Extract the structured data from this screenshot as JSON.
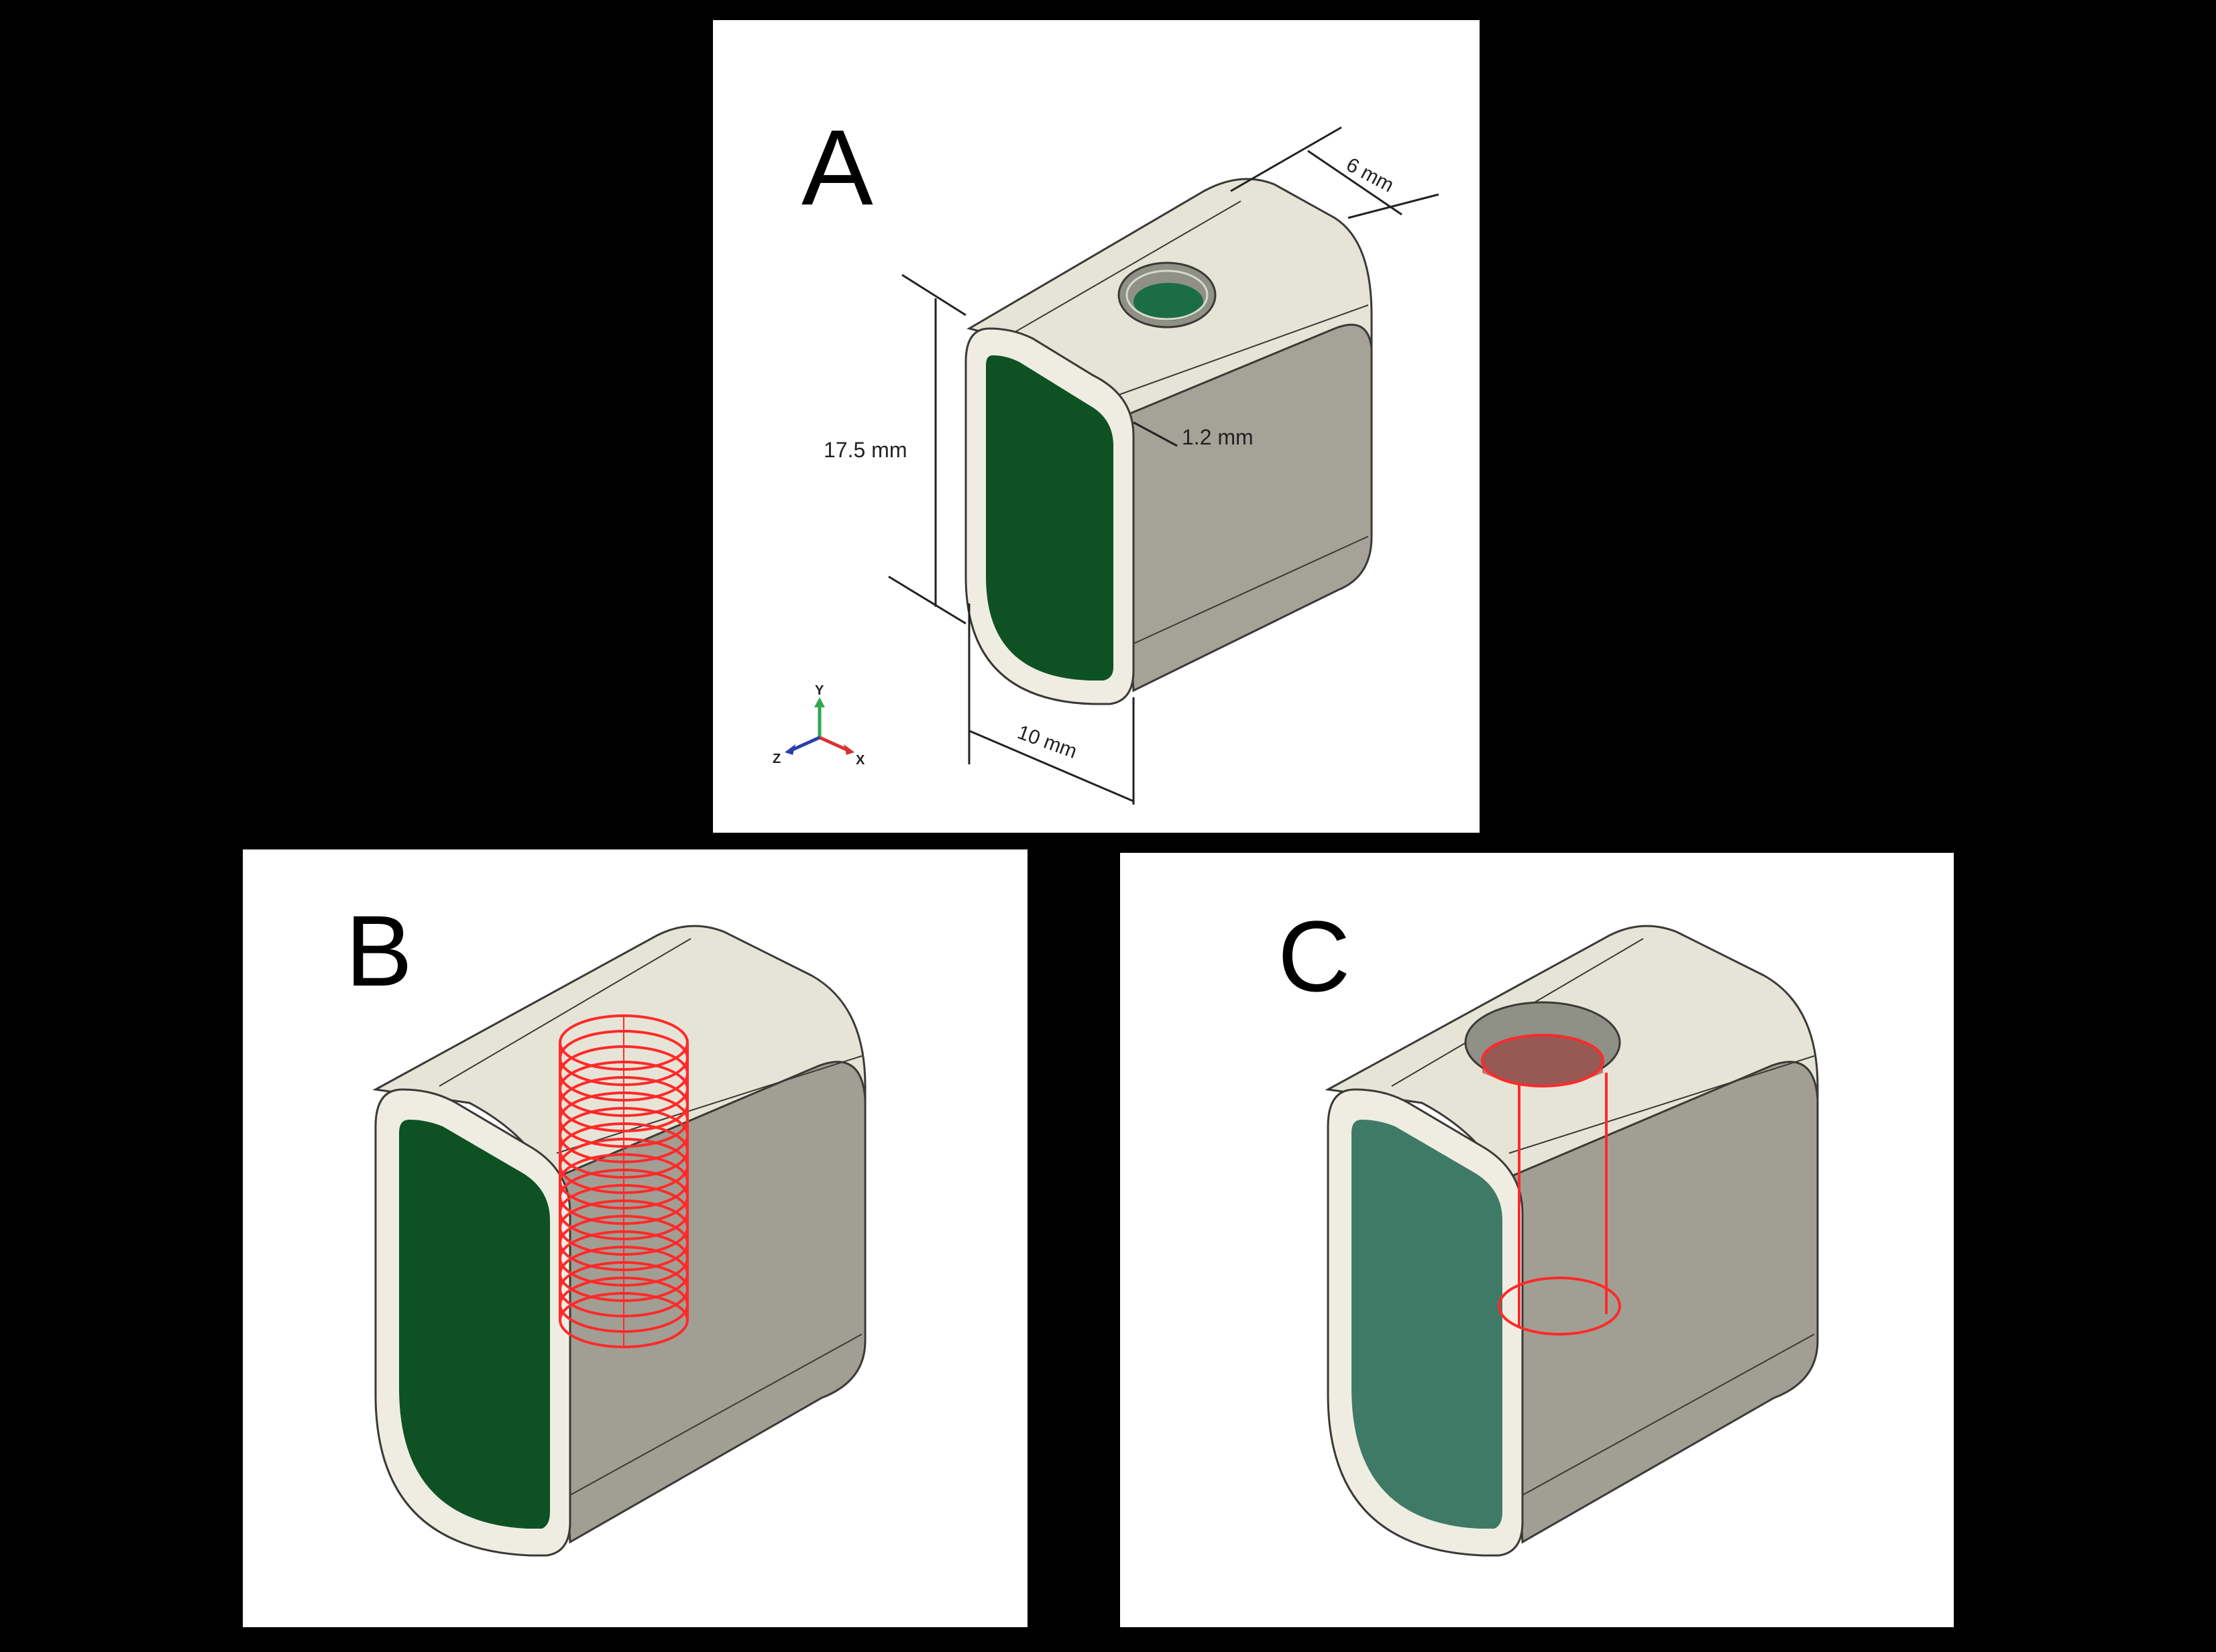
{
  "figure": {
    "panels": [
      {
        "id": "A",
        "label": "A",
        "dimensions": {
          "width": "6 mm",
          "height": "17.5 mm",
          "wall": "1.2 mm",
          "depth": "10 mm"
        },
        "axes": {
          "y": "Y",
          "z": "Z",
          "x": "X"
        }
      },
      {
        "id": "B",
        "label": "B"
      },
      {
        "id": "C",
        "label": "C"
      }
    ]
  },
  "colors": {
    "background": "#000000",
    "panel": "#ffffff",
    "body_light": "#e8e6d9",
    "body_side": "#a19f93",
    "green_dark": "#0e5223",
    "green_teal": "#3f7a66",
    "red": "#ff2a2a",
    "axis_y": "#2fa84f",
    "axis_x": "#d83232",
    "axis_z": "#2a3fa8"
  }
}
